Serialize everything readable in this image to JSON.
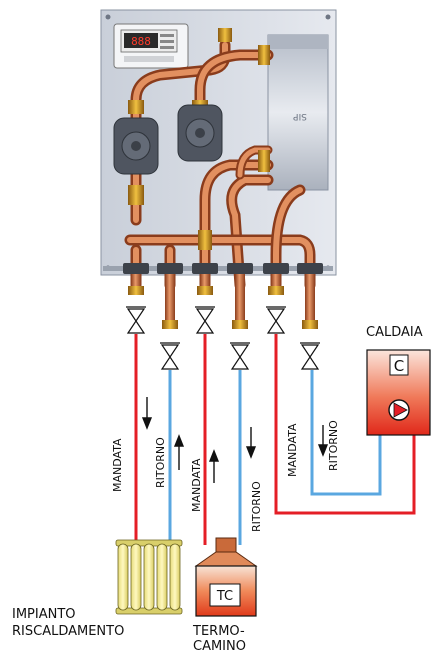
{
  "panel": {
    "controller_display": "888",
    "brand_mark": "SIP"
  },
  "labels": {
    "caldaia": "CALDAIA",
    "caldaia_letter": "C",
    "termocamino_letters": "TC",
    "impianto_line1": "IMPIANTO",
    "impianto_line2": "RISCALDAMENTO",
    "termo_line1": "TERMO-",
    "termo_line2": "CAMINO",
    "mandata_1": "MANDATA",
    "ritorno_1": "RITORNO",
    "mandata_2": "MANDATA",
    "ritorno_2": "RITORNO",
    "mandata_3": "MANDATA",
    "ritorno_3": "RITORNO"
  },
  "colors": {
    "mandata": "#e41e26",
    "ritorno": "#5aa7e0",
    "copper": "#c96a3a",
    "brass": "#d9a02a",
    "panel": "#d8dde6"
  }
}
